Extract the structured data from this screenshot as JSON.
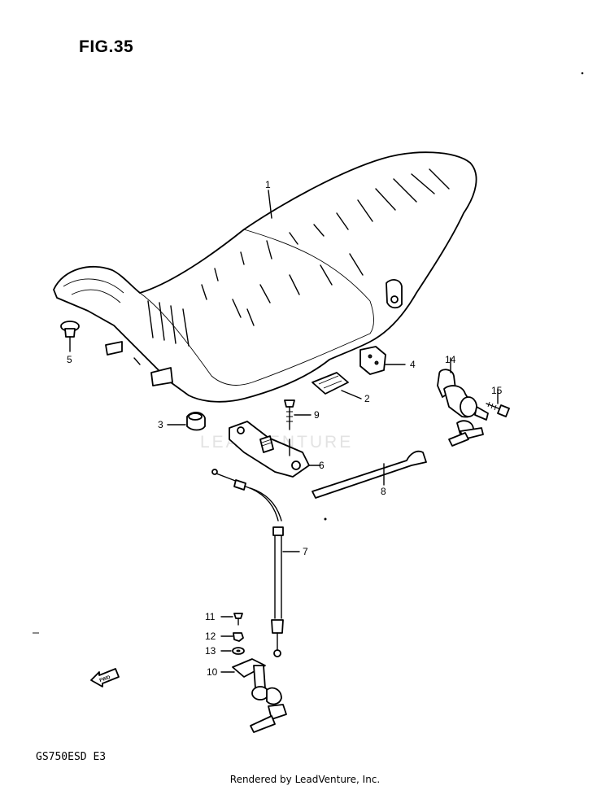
{
  "figure_title": "FIG.35",
  "model_code": "GS750ESD E3",
  "credit": "Rendered by LeadVenture, Inc.",
  "watermark": "LEADVENTURE",
  "fwd_label": "FWD",
  "callouts": {
    "c1": "1",
    "c2": "2",
    "c3": "3",
    "c4": "4",
    "c5": "5",
    "c6": "6",
    "c7": "7",
    "c8": "8",
    "c9": "9",
    "c10": "10",
    "c11": "11",
    "c12": "12",
    "c13": "13",
    "c14": "14",
    "c15": "15"
  }
}
